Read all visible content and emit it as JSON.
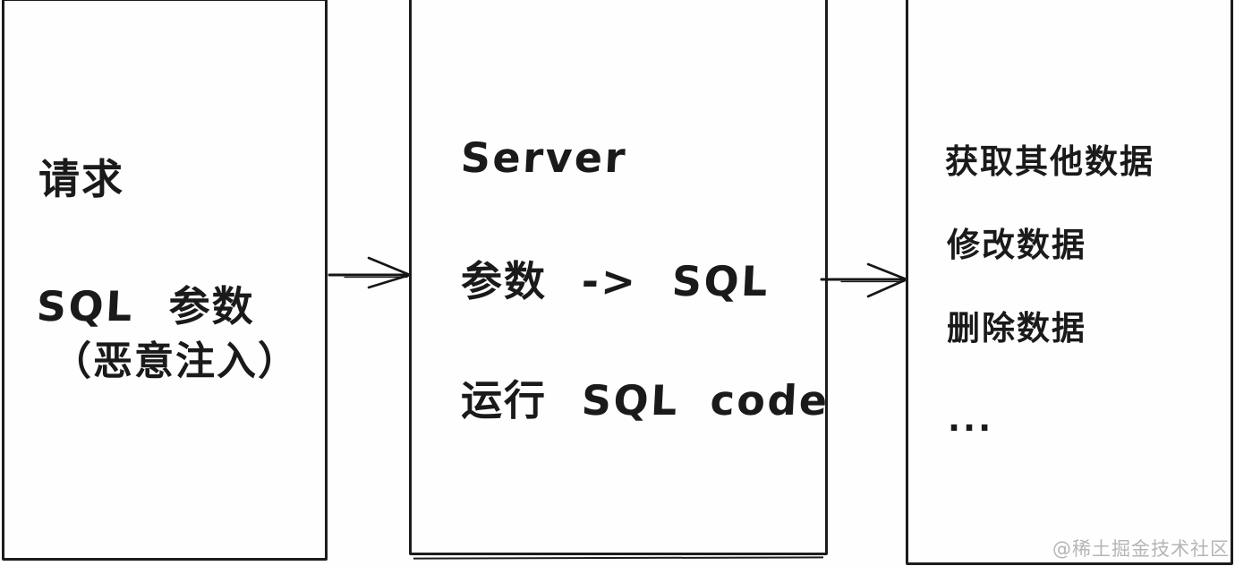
{
  "colors": {
    "stroke": "#1c1c1c",
    "background": "#fefefe",
    "watermark": "#b5b5b5"
  },
  "diagram": {
    "boxes": [
      {
        "id": "request",
        "lines": [
          {
            "segments": [
              {
                "t": "请求",
                "f": "cjk"
              }
            ]
          },
          {
            "segments": [
              {
                "t": "SQL",
                "f": "hand"
              },
              {
                "t": "参数",
                "f": "cjk"
              }
            ]
          },
          {
            "segments": [
              {
                "t": "（恶意注入）",
                "f": "cjk"
              }
            ]
          }
        ]
      },
      {
        "id": "server",
        "lines": [
          {
            "segments": [
              {
                "t": "Server",
                "f": "hand"
              }
            ]
          },
          {
            "segments": [
              {
                "t": "参数",
                "f": "cjk"
              },
              {
                "t": "->",
                "f": "hand"
              },
              {
                "t": "SQL",
                "f": "hand"
              }
            ]
          },
          {
            "segments": [
              {
                "t": "运行",
                "f": "cjk"
              },
              {
                "t": "SQL code",
                "f": "hand"
              }
            ]
          }
        ]
      },
      {
        "id": "effects",
        "lines": [
          {
            "segments": [
              {
                "t": "获取其他数据",
                "f": "cjk"
              }
            ]
          },
          {
            "segments": [
              {
                "t": "修改数据",
                "f": "cjk"
              }
            ]
          },
          {
            "segments": [
              {
                "t": "删除数据",
                "f": "cjk"
              }
            ]
          },
          {
            "segments": [
              {
                "t": "...",
                "f": "cjk"
              }
            ]
          }
        ]
      }
    ],
    "arrows": [
      {
        "from": "request",
        "to": "server"
      },
      {
        "from": "server",
        "to": "effects"
      }
    ],
    "watermark": "@稀土掘金技术社区"
  }
}
